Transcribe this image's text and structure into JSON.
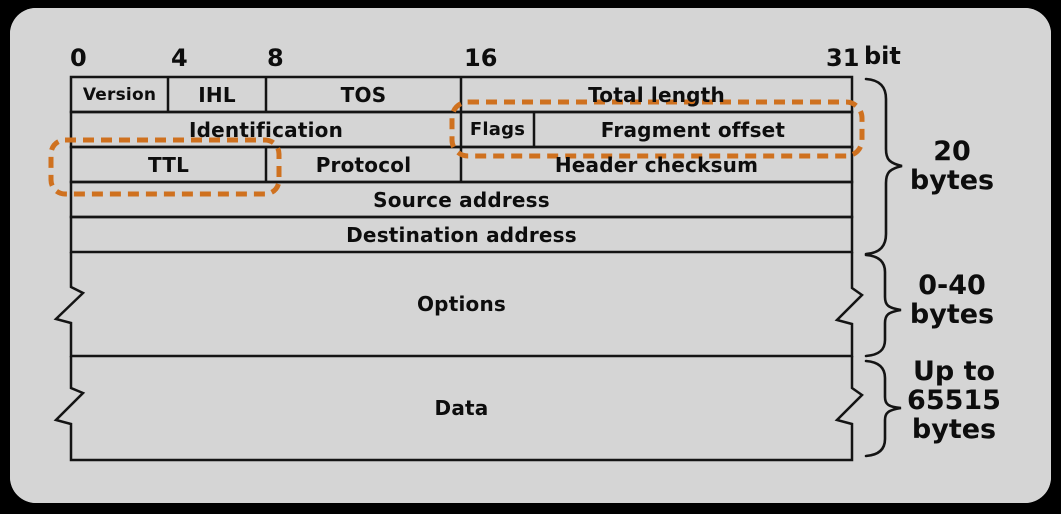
{
  "bit_scale": {
    "ticks": [
      "0",
      "4",
      "8",
      "16",
      "31"
    ],
    "unit": "bit"
  },
  "fields": {
    "version": "Version",
    "ihl": "IHL",
    "tos": "TOS",
    "total_length": "Total length",
    "identification": "Identification",
    "flags": "Flags",
    "fragment_offset": "Fragment offset",
    "ttl": "TTL",
    "protocol": "Protocol",
    "header_checksum": "Header checksum",
    "source_address": "Source address",
    "destination_address": "Destination address",
    "options": "Options",
    "data": "Data"
  },
  "size_annotations": {
    "header": {
      "line1": "20",
      "line2": "bytes"
    },
    "options": {
      "line1": "0-40",
      "line2": "bytes"
    },
    "data": {
      "line1": "Up to",
      "line2": "65515",
      "line3": "bytes"
    }
  },
  "highlighted_regions": {
    "region1": "Flags + Fragment offset (below Total length)",
    "region2": "TTL"
  },
  "colors": {
    "highlight": "#cf711f",
    "panel": "#d5d5d5",
    "line": "#141414",
    "background": "#000000"
  }
}
